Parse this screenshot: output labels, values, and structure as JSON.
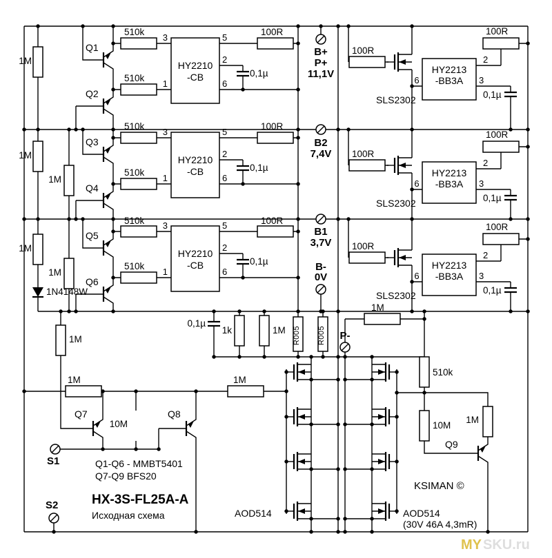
{
  "title_block": {
    "title": "HX-3S-FL25A-A",
    "subtitle": "Исходная схема",
    "note_q1_q6": "Q1-Q6 - MMBT5401",
    "note_q7_q9": "Q7-Q9 BFS20",
    "copyright": "KSIMAN ©"
  },
  "terminals": {
    "b_plus": "B+",
    "p_plus": "P+",
    "pack_voltage": "11,1V",
    "b2": "B2",
    "b2_voltage": "7,4V",
    "b1": "B1",
    "b1_voltage": "3,7V",
    "b_minus": "B-",
    "b_minus_voltage": "0V",
    "p_minus": "P-",
    "s1": "S1",
    "s2": "S2"
  },
  "components": {
    "protection_ic_line1": "HY2210",
    "protection_ic_line2": "-CB",
    "balance_ic_line1": "HY2213",
    "balance_ic_line2": "-BB3A",
    "balance_fet": "SLS2302",
    "power_fet": "AOD514",
    "power_fet_spec": "(30V 46A 4,3mR)",
    "diode": "1N4148W"
  },
  "values": {
    "r_1m": "1M",
    "r_510k": "510k",
    "r_100r": "100R",
    "r_10m": "10M",
    "r_1k": "1k",
    "r_shunt": "R005",
    "c_filter": "0,1µ"
  },
  "pins": {
    "pin1": "1",
    "pin2": "2",
    "pin3": "3",
    "pin5": "5",
    "pin6": "6"
  },
  "transistors": {
    "q1": "Q1",
    "q2": "Q2",
    "q3": "Q3",
    "q4": "Q4",
    "q5": "Q5",
    "q6": "Q6",
    "q7": "Q7",
    "q8": "Q8",
    "q9": "Q9"
  },
  "watermark": {
    "part1": "MY",
    "part2": "SKU.ru"
  }
}
